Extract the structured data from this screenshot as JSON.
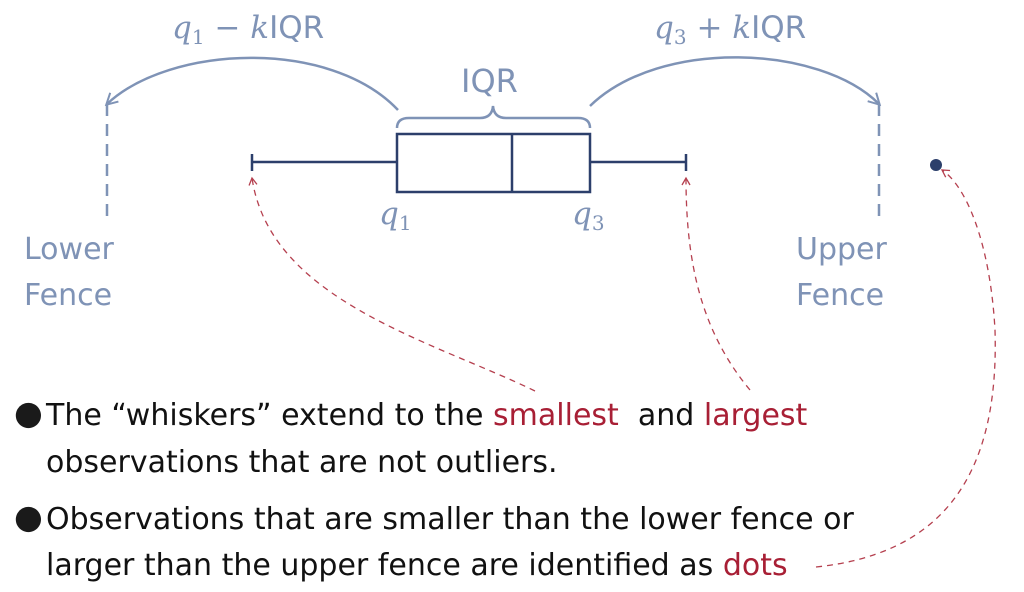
{
  "labels": {
    "lower_formula": {
      "var": "q",
      "sub": "1",
      "op": "−",
      "k": "k",
      "iqr": "IQR"
    },
    "upper_formula": {
      "var": "q",
      "sub": "3",
      "op": "+",
      "k": "k",
      "iqr": "IQR"
    },
    "iqr": "IQR",
    "q1": {
      "var": "q",
      "sub": "1"
    },
    "q3": {
      "var": "q",
      "sub": "3"
    },
    "lower_fence": [
      "Lower",
      "Fence"
    ],
    "upper_fence": [
      "Upper",
      "Fence"
    ]
  },
  "bullets": [
    {
      "line1": {
        "pre": "The “whiskers” extend to the ",
        "hl1": "smallest",
        "mid": "  and ",
        "hl2": "largest"
      },
      "line2": "observations that are not outliers."
    },
    {
      "line1": "Observations that are smaller than the lower fence or",
      "line2": {
        "pre": "larger than the upper fence are identified as ",
        "hl": "dots"
      }
    }
  ],
  "colors": {
    "box": "#2c3f6b",
    "annotation": "#7f93b6",
    "highlight": "#a81f35",
    "text": "#111111"
  }
}
